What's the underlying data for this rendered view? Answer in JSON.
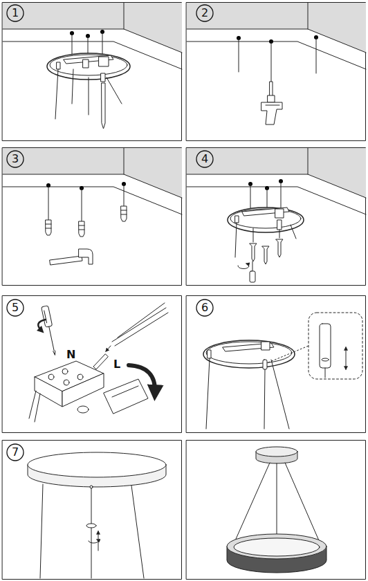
{
  "diagram": {
    "nodes": [
      {
        "text": [
          "1"
        ]
      },
      {
        "text": [
          "2"
        ]
      },
      {
        "text": [
          "3"
        ]
      },
      {
        "text": [
          "4"
        ]
      },
      {
        "text": [
          "5"
        ]
      },
      {
        "text": [
          "6"
        ]
      },
      {
        "text": [
          "7"
        ]
      }
    ],
    "labels": [
      "N",
      "L"
    ]
  }
}
